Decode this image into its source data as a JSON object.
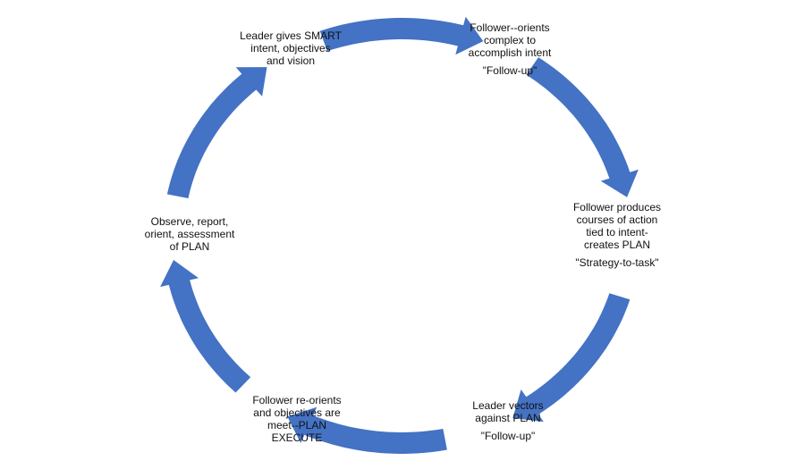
{
  "colors": {
    "arrow": "#4472C4",
    "text": "#111111",
    "background": "#ffffff"
  },
  "steps": [
    {
      "lines": [
        "Leader gives SMART",
        "intent, objectives",
        "and vision"
      ],
      "note": ""
    },
    {
      "lines": [
        "Follower--orients",
        "complex to",
        "accomplish intent"
      ],
      "note": "\"Follow-up\""
    },
    {
      "lines": [
        "Follower produces",
        "courses of action",
        "tied to intent-",
        "creates PLAN"
      ],
      "note": "\"Strategy-to-task\""
    },
    {
      "lines": [
        "Leader vectors",
        "against PLAN"
      ],
      "note": "\"Follow-up\""
    },
    {
      "lines": [
        "Follower re-orients",
        "and objectives are",
        "meet--PLAN",
        "EXECUTE"
      ],
      "note": ""
    },
    {
      "lines": [
        "Observe, report,",
        "orient, assessment",
        "of PLAN"
      ],
      "note": ""
    }
  ],
  "arrow_count": 6
}
